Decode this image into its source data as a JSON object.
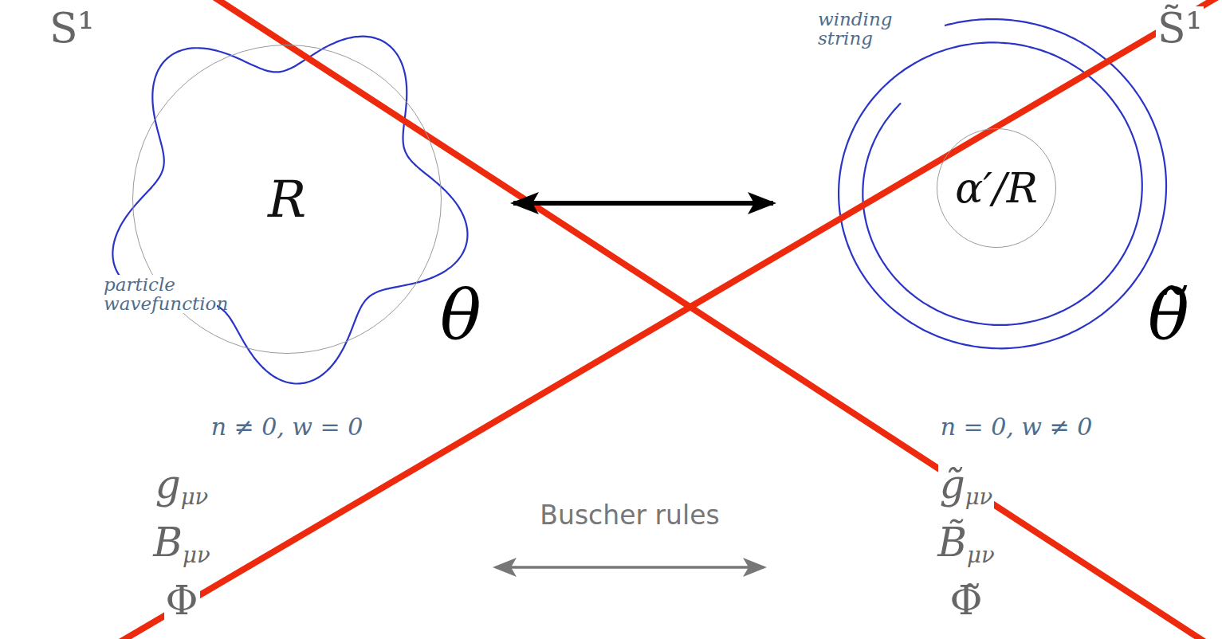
{
  "diagram": {
    "nodes": [
      {
        "text": [
          "R"
        ]
      },
      {
        "text": [
          "α′/R"
        ]
      }
    ],
    "edges": [
      {
        "from": 0,
        "to": 1,
        "arrow": "both"
      }
    ],
    "labels": [
      "S¹",
      "S̃¹",
      "winding string",
      "particle wavefunction",
      "θ",
      "θ̃",
      "n ≠ 0, w = 0",
      "n = 0, w ≠ 0",
      "gμν",
      "Bμν",
      "Φ",
      "g̃μν",
      "B̃μν",
      "Φ̃",
      "Buscher rules"
    ]
  }
}
